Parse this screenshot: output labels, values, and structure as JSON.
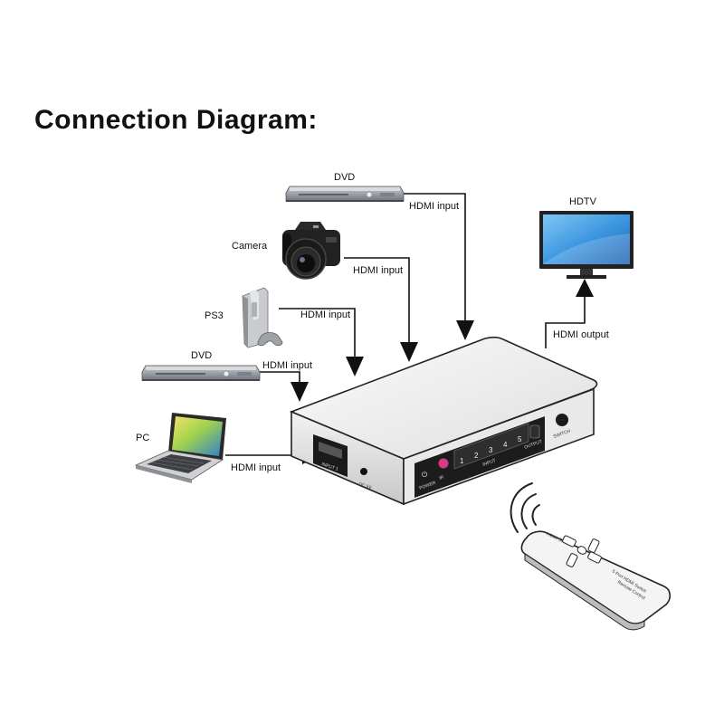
{
  "title": "Connection Diagram:",
  "sources": {
    "dvd_top": {
      "label": "DVD",
      "connection": "HDMI input"
    },
    "camera": {
      "label": "Camera",
      "connection": "HDMI input"
    },
    "ps3": {
      "label": "PS3",
      "connection": "HDMI input"
    },
    "dvd_left": {
      "label": "DVD",
      "connection": "HDMI input"
    },
    "pc": {
      "label": "PC",
      "connection": "HDMI input"
    }
  },
  "output": {
    "label": "HDTV",
    "connection": "HDMI output"
  },
  "switch_box": {
    "port_hdmi": "HDMI",
    "port_input": "INPUT 1",
    "power_port": "DC 5V",
    "power_label": "POWER",
    "ir_label": "IR",
    "input_group": "INPUT",
    "output_label": "OUTPUT",
    "switch_label": "SWITCH",
    "buttons": [
      "1",
      "2",
      "3",
      "4",
      "5"
    ]
  },
  "remote": {
    "brand": "HDMI Switch",
    "model_line1": "5 Port HDMI Switch",
    "model_line2": "Remote Control"
  },
  "colors": {
    "text": "#111111",
    "device_dark": "#222222",
    "panel_front": "#1c1c1c",
    "ir_button": "#d83a8a"
  }
}
